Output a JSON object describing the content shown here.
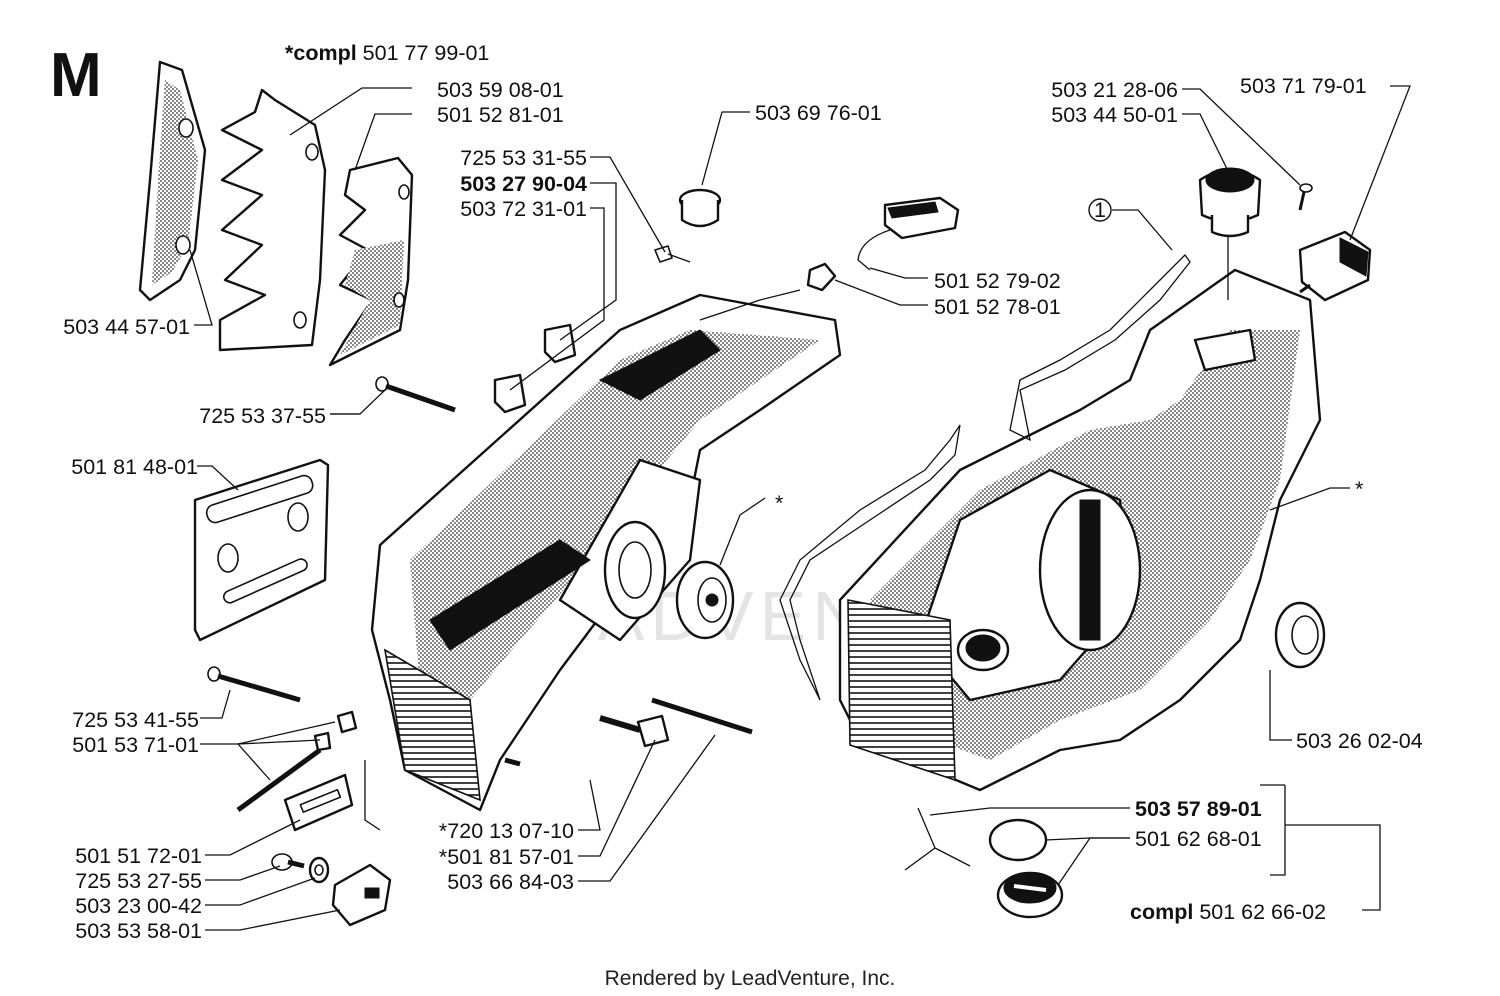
{
  "section_letter": "M",
  "footer": "Rendered by LeadVenture, Inc.",
  "watermark": "LEADVENTURE",
  "labels": {
    "compl_chain_guard_prefix": "*compl",
    "compl_chain_guard_num": "501 77 99-01",
    "p503_59_08_01": "503 59 08-01",
    "p501_52_81_01": "501 52 81-01",
    "p725_53_31_55": "725 53 31-55",
    "p503_27_90_04": "503 27 90-04",
    "p503_72_31_01": "503 72 31-01",
    "p503_69_76_01": "503 69 76-01",
    "p501_52_79_02": "501 52 79-02",
    "p501_52_78_01": "501 52 78-01",
    "p503_21_28_06": "503 21 28-06",
    "p503_44_50_01": "503 44 50-01",
    "p503_71_79_01": "503 71 79-01",
    "callout_1": "1",
    "p503_44_57_01": "503 44 57-01",
    "p725_53_37_55": "725 53 37-55",
    "p501_81_48_01": "501 81 48-01",
    "star_left": "*",
    "star_right": "*",
    "p503_26_02_04": "503 26 02-04",
    "p725_53_41_55": "725 53 41-55",
    "p501_53_71_01": "501 53 71-01",
    "p720_13_07_10": "*720 13 07-10",
    "p501_81_57_01": "*501 81 57-01",
    "p503_66_84_03": "503 66 84-03",
    "p501_51_72_01": "501 51 72-01",
    "p725_53_27_55": "725 53 27-55",
    "p503_23_00_42": "503 23 00-42",
    "p503_53_58_01": "503 53 58-01",
    "p503_57_89_01": "503 57 89-01",
    "p501_62_68_01": "501 62 68-01",
    "compl_cap_prefix": "compl",
    "compl_cap_num": "501 62 66-02"
  }
}
